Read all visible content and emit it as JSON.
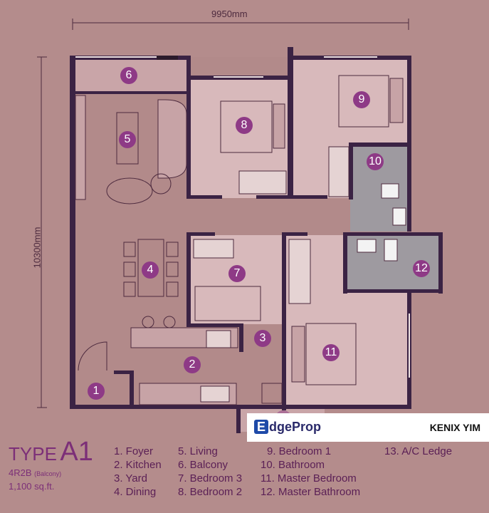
{
  "dimensions": {
    "width_label": "9950mm",
    "height_label": "10300mm"
  },
  "rooms": [
    {
      "n": "1"
    },
    {
      "n": "2"
    },
    {
      "n": "3"
    },
    {
      "n": "4"
    },
    {
      "n": "5"
    },
    {
      "n": "6"
    },
    {
      "n": "7"
    },
    {
      "n": "8"
    },
    {
      "n": "9"
    },
    {
      "n": "10"
    },
    {
      "n": "11"
    },
    {
      "n": "12"
    },
    {
      "n": "13"
    }
  ],
  "type": {
    "prefix": "TYPE",
    "code": "A1",
    "config": "4R2B",
    "config_note": "(Balcony)",
    "area": "1,100 sq.ft."
  },
  "legend": [
    "1. Foyer",
    "2. Kitchen",
    "3. Yard",
    "4. Dining",
    "5. Living",
    "6. Balcony",
    "7. Bedroom 3",
    "8. Bedroom 2",
    "9. Bedroom 1",
    "10. Bathroom",
    "11. Master Bedroom",
    "12. Master Bathroom",
    "13. A/C Ledge"
  ],
  "watermark": {
    "logo_letter": "E",
    "brand": "dgeProp",
    "agent": "KENIX YIM"
  }
}
